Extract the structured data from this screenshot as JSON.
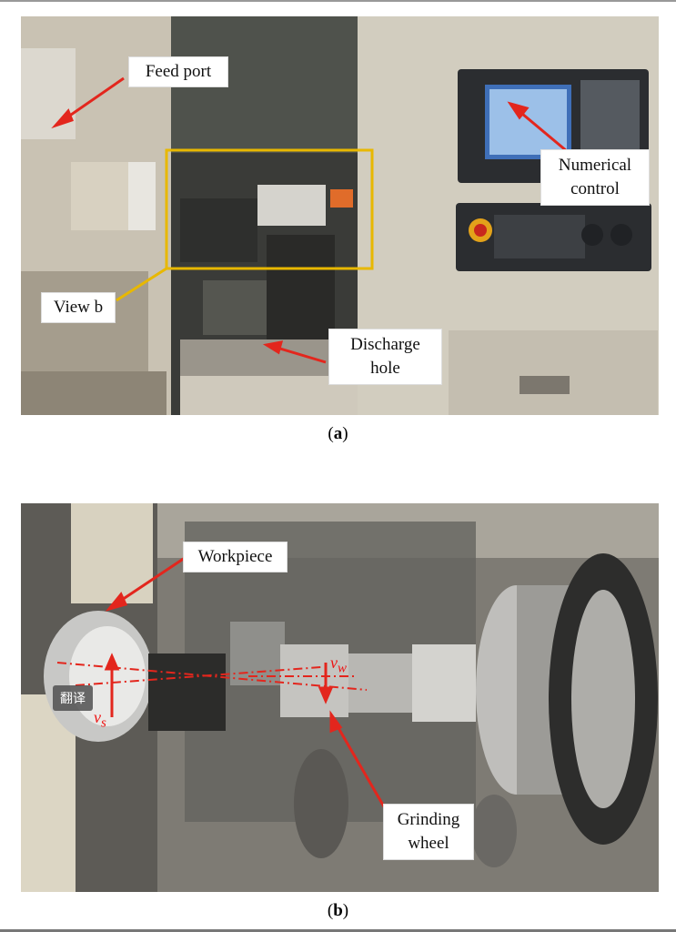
{
  "panel_a": {
    "caption_open": "(",
    "caption_letter": "a",
    "caption_close": ")",
    "labels": {
      "feed_port": "Feed port",
      "numerical_control_line1": "Numerical",
      "numerical_control_line2": "control",
      "view_b": "View b",
      "discharge_line1": "Discharge",
      "discharge_line2": "hole"
    }
  },
  "panel_b": {
    "caption_open": "(",
    "caption_letter": "b",
    "caption_close": ")",
    "labels": {
      "workpiece": "Workpiece",
      "grinding_line1": "Grinding",
      "grinding_line2": "wheel",
      "translate_badge": "翻译",
      "vw": "v",
      "vw_sub": "w",
      "vs": "v",
      "vs_sub": "s"
    }
  },
  "colors": {
    "arrow": "#e3261d",
    "view_box": "#e8b800"
  }
}
